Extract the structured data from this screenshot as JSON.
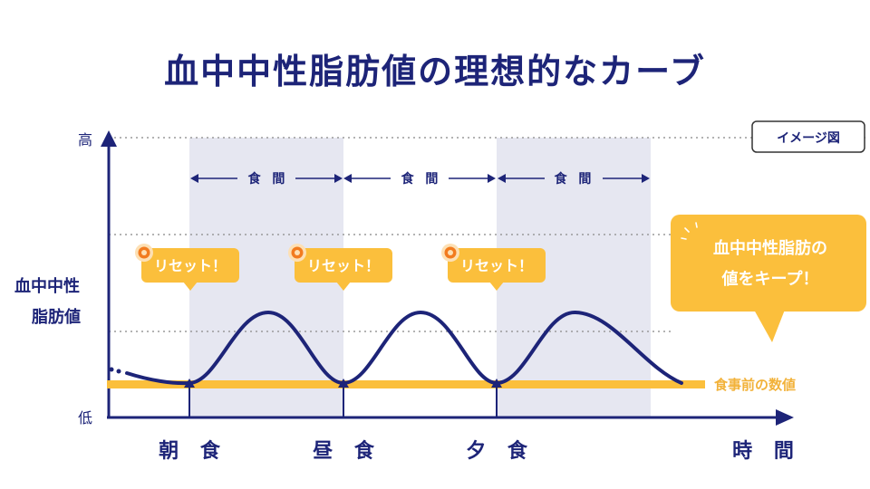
{
  "chart_data": {
    "type": "line",
    "title": "血中中性脂肪値の理想的なカーブ",
    "tag": "イメージ図",
    "y_axis_label_lines": [
      "血中中性",
      "脂肪値"
    ],
    "y_high_label": "高",
    "y_low_label": "低",
    "x_axis_label": "時 間",
    "meals": [
      "朝 食",
      "昼 食",
      "夕 食"
    ],
    "interval_label": "食 間",
    "reset_label": "リセット！",
    "baseline_label": "食事前の数値",
    "keep_message_lines": [
      "血中中性脂肪の",
      "値をキープ！"
    ],
    "colors": {
      "navy": "#1d2478",
      "yellow": "#fbbf3c",
      "shade": "#e6e7f1",
      "orange": "#f27b1f"
    }
  }
}
